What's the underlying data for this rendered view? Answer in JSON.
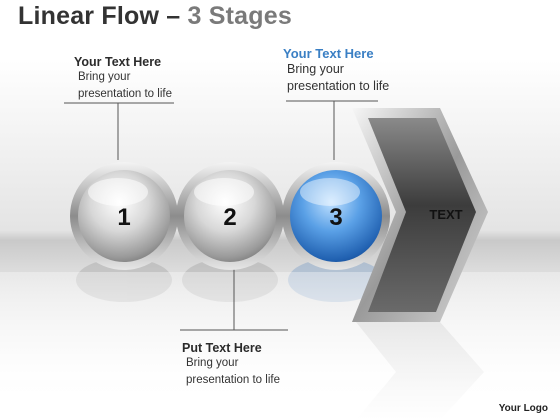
{
  "title": {
    "main": "Linear Flow",
    "separator": " – ",
    "suffix": "3 Stages"
  },
  "stages": [
    {
      "label": "1",
      "color": "gray"
    },
    {
      "label": "2",
      "color": "gray"
    },
    {
      "label": "3",
      "color": "blue"
    }
  ],
  "arrow": {
    "label": "TEXT"
  },
  "callouts": [
    {
      "heading": "Your Text Here",
      "line1": "Bring your",
      "line2": "presentation to life"
    },
    {
      "heading": "Your Text Here",
      "line1": "Bring your",
      "line2": "presentation to life"
    },
    {
      "heading": "Put Text Here",
      "line1": "Bring your",
      "line2": "presentation to life"
    }
  ],
  "logo": "Your Logo",
  "colors": {
    "accent_blue": "#3a7fc4",
    "title": "#333333",
    "suffix": "#7a7a7a",
    "arrow_body": "#555555"
  }
}
